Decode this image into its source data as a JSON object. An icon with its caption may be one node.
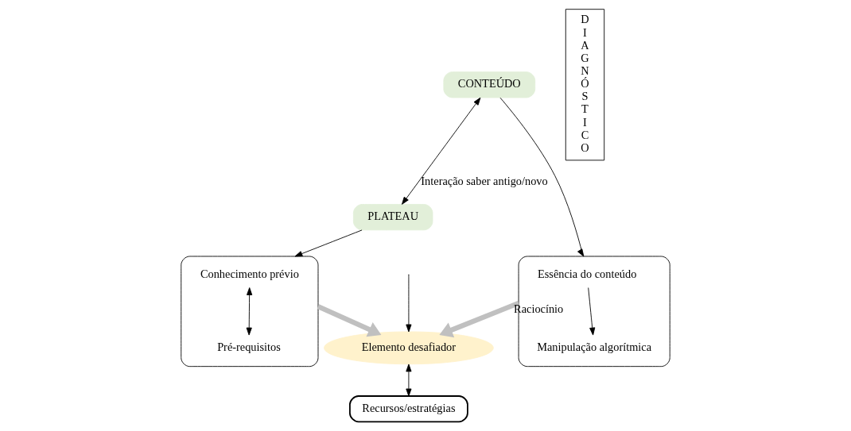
{
  "diagram": {
    "nodes": [
      {
        "text": [
          "CONTEÚDO"
        ]
      },
      {
        "text": [
          "PLATEAU"
        ]
      },
      {
        "text": [],
        "shape": "ellipse"
      },
      {
        "text": [
          "Essência do conteúdo"
        ],
        "in": 2
      },
      {
        "text": [
          "Manipulação algorítmica"
        ],
        "in": 2
      },
      {
        "text": [
          "Elemento desafiador"
        ]
      },
      {
        "text": [],
        "shape": "ellipse"
      },
      {
        "text": [
          "Conhecimento prévio"
        ],
        "in": 6
      },
      {
        "text": [
          "Pré-requisitos"
        ],
        "in": 6
      },
      {
        "text": [
          "Recursos/estratégias"
        ]
      },
      {
        "text": [
          "DIAGNÓSTICO"
        ]
      }
    ],
    "edges": [
      {
        "from": 0,
        "to": 1,
        "arrow": "both",
        "label": "Interação saber antigo/novo"
      },
      {
        "from": null,
        "to": 5,
        "arrow": "to"
      },
      {
        "from": 0,
        "to": 2,
        "arrow": "to"
      },
      {
        "from": 1,
        "to": 6,
        "arrow": "to"
      },
      {
        "from": 3,
        "to": 4,
        "arrow": "to"
      },
      {
        "from": 2,
        "to": 5,
        "arrow": "to",
        "label": "Raciocínio",
        "style": "thick",
        "color": "#c0c0c0"
      },
      {
        "from": 6,
        "to": 5,
        "arrow": "to",
        "style": "thick",
        "color": "#c0c0c0"
      },
      {
        "from": 7,
        "to": 8,
        "arrow": "both"
      },
      {
        "from": 5,
        "to": 9,
        "arrow": "both"
      }
    ]
  }
}
